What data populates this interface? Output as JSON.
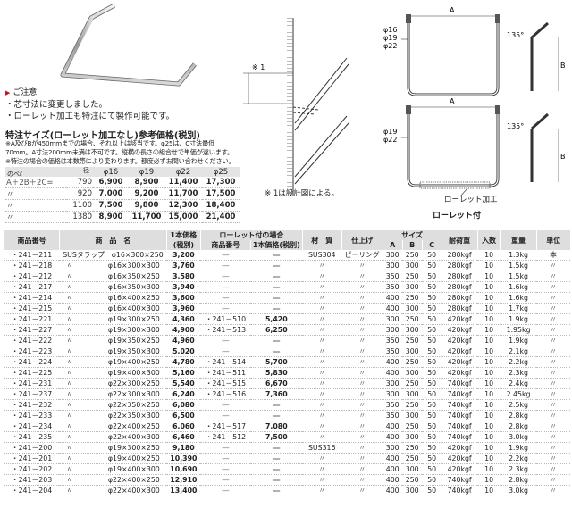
{
  "notes": {
    "heading": "ご注意",
    "lines": [
      "・芯寸法に変更しました。",
      "・ローレット加工も特注にて製作可能です。"
    ]
  },
  "price_ref": {
    "title": "特注サイズ(ローレット加工なし)参考価格(税別)",
    "notes": [
      "※A及びBが450mmまでの場合、それ以上は該当です。φ25は、C寸法最低",
      "70mm。A寸法200mm未満は不可です。縦横の長さの組合せで単価が違います。",
      "※特注の場合の価格は本数帯により変わります。都度必ずお問い合わせください。"
    ],
    "header": {
      "diag_top": "径",
      "diag_bottom": "のべℓ",
      "cols": [
        "φ16",
        "φ19",
        "φ22",
        "φ25"
      ]
    },
    "rows": [
      {
        "label": "A＋2B＋2C=",
        "length": "790",
        "values": [
          "6,900",
          "8,900",
          "11,400",
          "17,300"
        ]
      },
      {
        "label": "〃",
        "length": "920",
        "values": [
          "7,000",
          "9,200",
          "11,700",
          "17,500"
        ]
      },
      {
        "label": "〃",
        "length": "1100",
        "values": [
          "7,500",
          "9,800",
          "12,300",
          "18,400"
        ]
      },
      {
        "label": "〃",
        "length": "1380",
        "values": [
          "8,900",
          "11,700",
          "15,000",
          "21,400"
        ]
      }
    ]
  },
  "diagram": {
    "wall_note": "※ 1",
    "drawn_note": "※ 1は設計図による。",
    "dim_a": "A",
    "dim_b": "B",
    "angle": "135°",
    "dia_top": [
      "φ16",
      "φ19",
      "φ22"
    ],
    "dia_bottom": [
      "φ19",
      "φ22"
    ],
    "knurl_label": "ローレット加工",
    "knurl_attached": "ローレット付"
  },
  "table": {
    "headers": {
      "code": "商品番号",
      "name": "商　品　名",
      "unit_price": "1本価格",
      "unit_price_sub": "(税別)",
      "knurl": "ローレット付の場合",
      "knurl_code": "商品番号",
      "knurl_price": "1本価格(税別)",
      "material": "材　質",
      "finish": "仕上げ",
      "size": "サイズ",
      "a": "A",
      "b": "B",
      "c": "C",
      "load": "耐荷重",
      "qty": "入数",
      "weight": "重量",
      "unit": "単位"
    },
    "rows": [
      [
        "・241－211",
        "SUSタラップ　φ16×300×250",
        "3,200",
        "―",
        "―",
        "SUS304",
        "ピーリング",
        "300",
        "250",
        "50",
        "280kgf",
        "10",
        "1.3kg",
        "本"
      ],
      [
        "・241－218",
        "〃　　　　　φ16×300×300",
        "3,760",
        "―",
        "―",
        "〃",
        "〃",
        "300",
        "300",
        "50",
        "280kgf",
        "10",
        "1.5kg",
        "〃"
      ],
      [
        "・241－212",
        "〃　　　　　φ16×350×250",
        "3,580",
        "―",
        "―",
        "〃",
        "〃",
        "350",
        "250",
        "50",
        "280kgf",
        "10",
        "1.5kg",
        "〃"
      ],
      [
        "・241－217",
        "〃　　　　　φ16×350×300",
        "3,940",
        "―",
        "―",
        "〃",
        "〃",
        "350",
        "300",
        "50",
        "280kgf",
        "10",
        "1.6kg",
        "〃"
      ],
      [
        "・241－214",
        "〃　　　　　φ16×400×250",
        "3,600",
        "―",
        "―",
        "〃",
        "〃",
        "400",
        "250",
        "50",
        "280kgf",
        "10",
        "1.6kg",
        "〃"
      ],
      [
        "・241－215",
        "〃　　　　　φ16×400×300",
        "3,960",
        "―",
        "―",
        "〃",
        "〃",
        "400",
        "300",
        "50",
        "280kgf",
        "10",
        "1.7kg",
        "〃"
      ],
      [
        "・241－221",
        "〃　　　　　φ19×300×250",
        "4,360",
        "・241－510",
        "5,420",
        "〃",
        "〃",
        "300",
        "250",
        "50",
        "420kgf",
        "10",
        "1.9kg",
        "〃"
      ],
      [
        "・241－227",
        "〃　　　　　φ19×300×300",
        "4,900",
        "・241－513",
        "6,250",
        "〃",
        "〃",
        "300",
        "300",
        "50",
        "420kgf",
        "10",
        "1.95kg",
        "〃"
      ],
      [
        "・241－222",
        "〃　　　　　φ19×350×250",
        "4,960",
        "―",
        "―",
        "〃",
        "〃",
        "350",
        "250",
        "50",
        "420kgf",
        "10",
        "1.9kg",
        "〃"
      ],
      [
        "・241－223",
        "〃　　　　　φ19×350×300",
        "5,020",
        "―",
        "―",
        "〃",
        "〃",
        "350",
        "300",
        "50",
        "420kgf",
        "10",
        "2.1kg",
        "〃"
      ],
      [
        "・241－224",
        "〃　　　　　φ19×400×250",
        "4,780",
        "・241－514",
        "5,700",
        "〃",
        "〃",
        "400",
        "250",
        "50",
        "420kgf",
        "10",
        "2.2kg",
        "〃"
      ],
      [
        "・241－225",
        "〃　　　　　φ19×400×300",
        "5,160",
        "・241－511",
        "5,830",
        "〃",
        "〃",
        "400",
        "300",
        "50",
        "420kgf",
        "10",
        "2.3kg",
        "〃"
      ],
      [
        "・241－231",
        "〃　　　　　φ22×300×250",
        "5,540",
        "・241－515",
        "6,670",
        "〃",
        "〃",
        "300",
        "250",
        "50",
        "740kgf",
        "10",
        "2.4kg",
        "〃"
      ],
      [
        "・241－237",
        "〃　　　　　φ22×300×300",
        "6,240",
        "・241－516",
        "7,360",
        "〃",
        "〃",
        "300",
        "300",
        "50",
        "740kgf",
        "10",
        "2.45kg",
        "〃"
      ],
      [
        "・241－232",
        "〃　　　　　φ22×350×250",
        "6,080",
        "―",
        "―",
        "〃",
        "〃",
        "350",
        "250",
        "50",
        "740kgf",
        "10",
        "2.5kg",
        "〃"
      ],
      [
        "・241－233",
        "〃　　　　　φ22×350×300",
        "6,500",
        "―",
        "―",
        "〃",
        "〃",
        "350",
        "300",
        "50",
        "740kgf",
        "10",
        "2.8kg",
        "〃"
      ],
      [
        "・241－234",
        "〃　　　　　φ22×400×250",
        "6,060",
        "・241－517",
        "7,080",
        "〃",
        "〃",
        "400",
        "250",
        "50",
        "740kgf",
        "10",
        "2.8kg",
        "〃"
      ],
      [
        "・241－235",
        "〃　　　　　φ22×400×300",
        "6,460",
        "・241－512",
        "7,500",
        "〃",
        "〃",
        "400",
        "300",
        "50",
        "740kgf",
        "10",
        "3.0kg",
        "〃"
      ],
      [
        "・241－200",
        "〃　　　　　φ19×300×250",
        "9,180",
        "―",
        "―",
        "SUS316",
        "〃",
        "300",
        "250",
        "50",
        "420kgf",
        "10",
        "1.9kg",
        "〃"
      ],
      [
        "・241－201",
        "〃　　　　　φ19×400×250",
        "10,390",
        "―",
        "―",
        "〃",
        "〃",
        "400",
        "250",
        "50",
        "420kgf",
        "10",
        "2.2kg",
        "〃"
      ],
      [
        "・241－202",
        "〃　　　　　φ19×400×300",
        "10,690",
        "―",
        "―",
        "〃",
        "〃",
        "400",
        "300",
        "50",
        "420kgf",
        "10",
        "2.3kg",
        "〃"
      ],
      [
        "・241－203",
        "〃　　　　　φ22×400×250",
        "12,910",
        "―",
        "―",
        "〃",
        "〃",
        "400",
        "250",
        "50",
        "740kgf",
        "10",
        "2.8kg",
        "〃"
      ],
      [
        "・241－204",
        "〃　　　　　φ22×400×300",
        "13,400",
        "―",
        "―",
        "〃",
        "〃",
        "400",
        "300",
        "50",
        "740kgf",
        "10",
        "3.0kg",
        "〃"
      ]
    ]
  }
}
